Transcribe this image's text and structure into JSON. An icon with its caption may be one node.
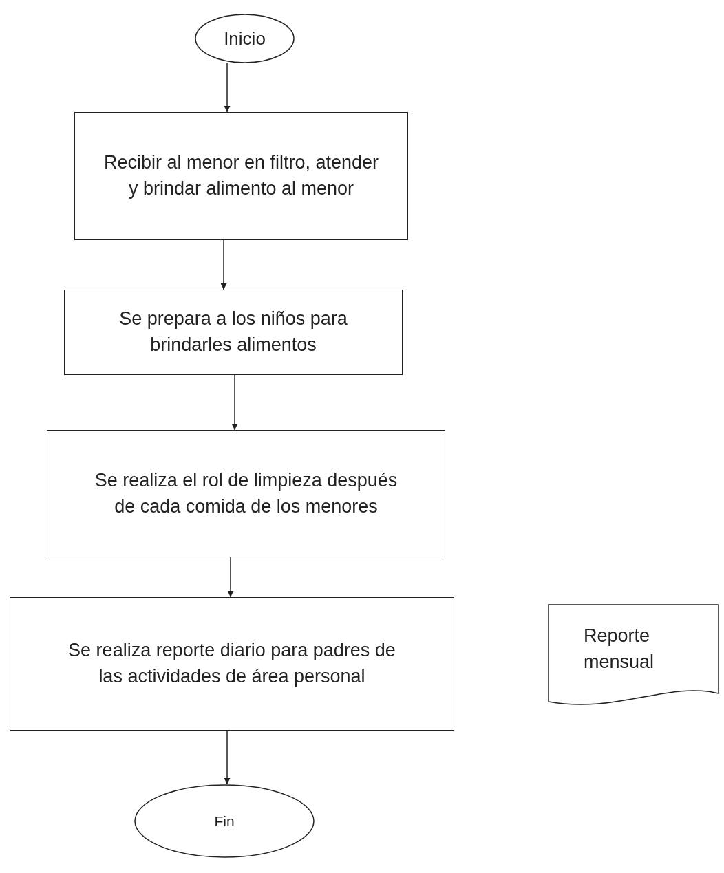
{
  "diagram": {
    "nodes": [
      {
        "text": [
          "Inicio"
        ]
      },
      {
        "text": [
          "Recibir al menor en filtro, atender y brindar alimento al menor"
        ]
      },
      {
        "text": [
          "Se prepara a los niños para brindarles alimentos"
        ]
      },
      {
        "text": [
          "Se realiza el rol de limpieza después de cada comida de los menores"
        ]
      },
      {
        "text": [
          "Se realiza reporte diario para padres de las actividades de área personal"
        ]
      },
      {
        "text": [
          "Reporte mensual"
        ]
      },
      {
        "text": [
          "Fin"
        ]
      }
    ],
    "edges": [
      {
        "from": 0,
        "to": 1,
        "arrow": "to"
      },
      {
        "from": 1,
        "to": 2,
        "arrow": "to"
      },
      {
        "from": 2,
        "to": 3,
        "arrow": "to"
      },
      {
        "from": 3,
        "to": 4,
        "arrow": "to"
      },
      {
        "from": 4,
        "to": 6,
        "arrow": "to"
      }
    ]
  }
}
